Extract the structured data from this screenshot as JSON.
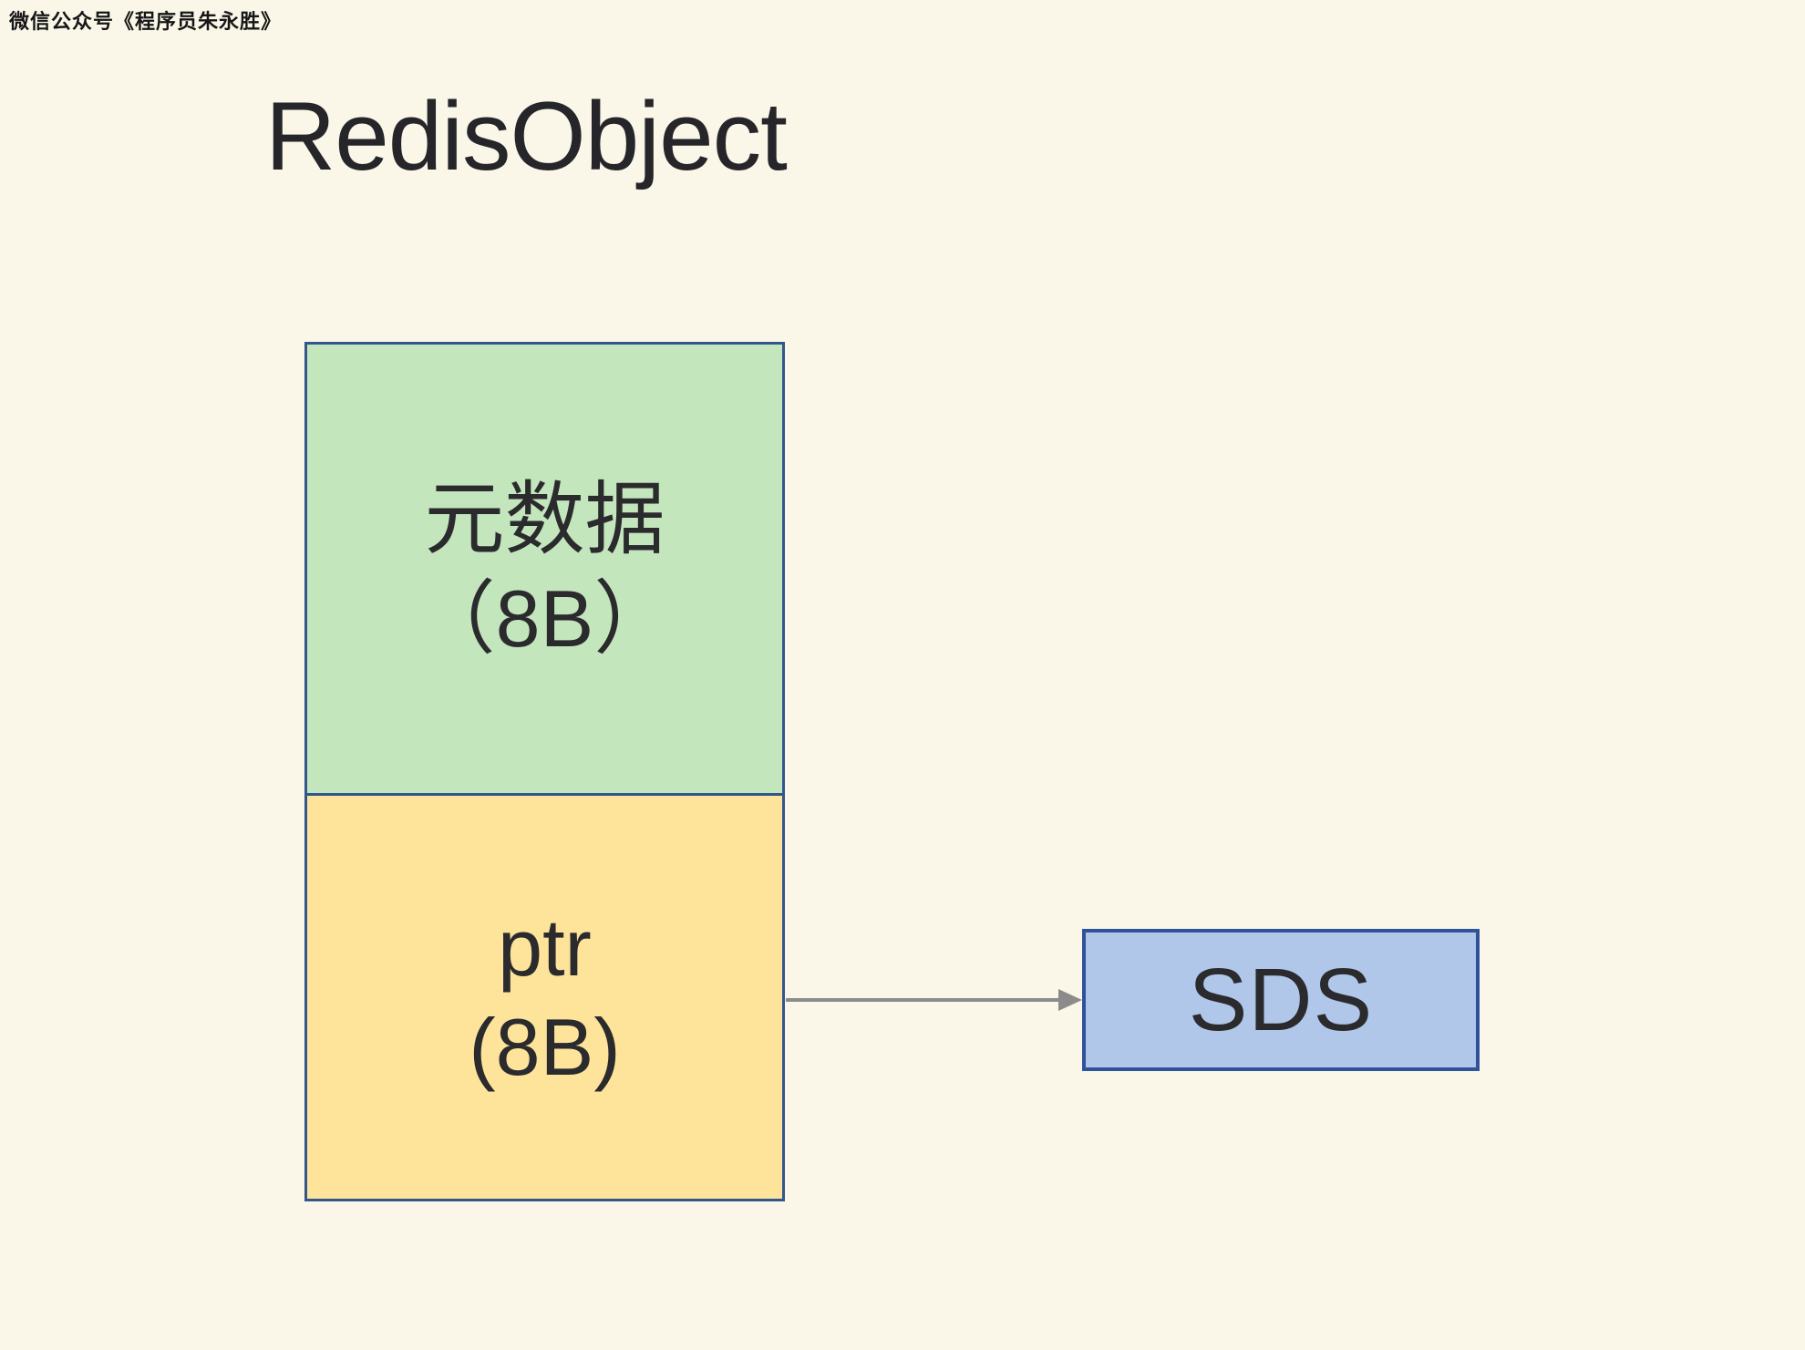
{
  "watermark": "微信公众号《程序员朱永胜》",
  "title": "RedisObject",
  "diagram": {
    "object_box": {
      "metadata": {
        "label": "元数据",
        "size": "（8B）"
      },
      "ptr": {
        "label": "ptr",
        "size": "(8B)"
      }
    },
    "arrow": {
      "from": "ptr",
      "to": "SDS"
    },
    "sds_box": {
      "label": "SDS"
    },
    "colors": {
      "background": "#FAF7E8",
      "metadata_fill": "#C3E6BD",
      "ptr_fill": "#FDE49A",
      "sds_fill": "#B0C7E9",
      "box_border": "#33578C",
      "sds_border": "#2F539B",
      "arrow": "#8B8B8B",
      "text": "#2B2B2E"
    }
  }
}
